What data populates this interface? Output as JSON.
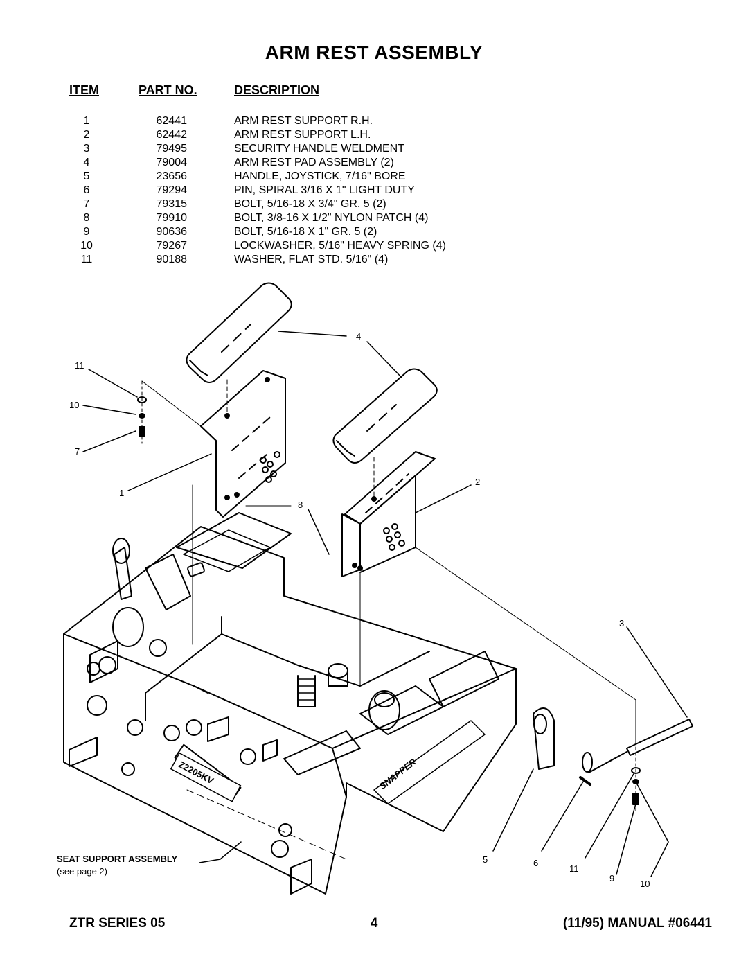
{
  "title": "ARM REST ASSEMBLY",
  "table": {
    "headers": {
      "item": "ITEM",
      "part_no": "PART NO.",
      "description": "DESCRIPTION"
    },
    "rows": [
      {
        "item": "1",
        "part_no": "62441",
        "description": "ARM REST SUPPORT R.H."
      },
      {
        "item": "2",
        "part_no": "62442",
        "description": "ARM REST SUPPORT L.H."
      },
      {
        "item": "3",
        "part_no": "79495",
        "description": "SECURITY HANDLE WELDMENT"
      },
      {
        "item": "4",
        "part_no": "79004",
        "description": "ARM REST PAD ASSEMBLY  (2)"
      },
      {
        "item": "5",
        "part_no": "23656",
        "description": "HANDLE, JOYSTICK, 7/16\" BORE"
      },
      {
        "item": "6",
        "part_no": "79294",
        "description": "PIN, SPIRAL 3/16 X 1\" LIGHT DUTY"
      },
      {
        "item": "7",
        "part_no": "79315",
        "description": "BOLT, 5/16-18 X 3/4\" GR. 5  (2)"
      },
      {
        "item": "8",
        "part_no": "79910",
        "description": "BOLT, 3/8-16 X 1/2\" NYLON PATCH  (4)"
      },
      {
        "item": "9",
        "part_no": "90636",
        "description": "BOLT, 5/16-18 X 1\" GR. 5  (2)"
      },
      {
        "item": "10",
        "part_no": "79267",
        "description": "LOCKWASHER, 5/16\" HEAVY SPRING  (4)"
      },
      {
        "item": "11",
        "part_no": "90188",
        "description": "WASHER, FLAT STD. 5/16\"  (4)"
      }
    ]
  },
  "diagram": {
    "callouts": {
      "c11a": "11",
      "c10a": "10",
      "c7": "7",
      "c1": "1",
      "c4": "4",
      "c2": "2",
      "c8": "8",
      "c3": "3",
      "c5": "5",
      "c6": "6",
      "c11b": "11",
      "c9": "9",
      "c10b": "10"
    },
    "decal_model": "Z2205KV",
    "decal_brand": "SNAPPER",
    "seat_support_label": "SEAT SUPPORT ASSEMBLY",
    "seat_support_note": "(see page 2)"
  },
  "footer": {
    "left": "ZTR SERIES 05",
    "center": "4",
    "right": "(11/95) MANUAL #06441"
  }
}
